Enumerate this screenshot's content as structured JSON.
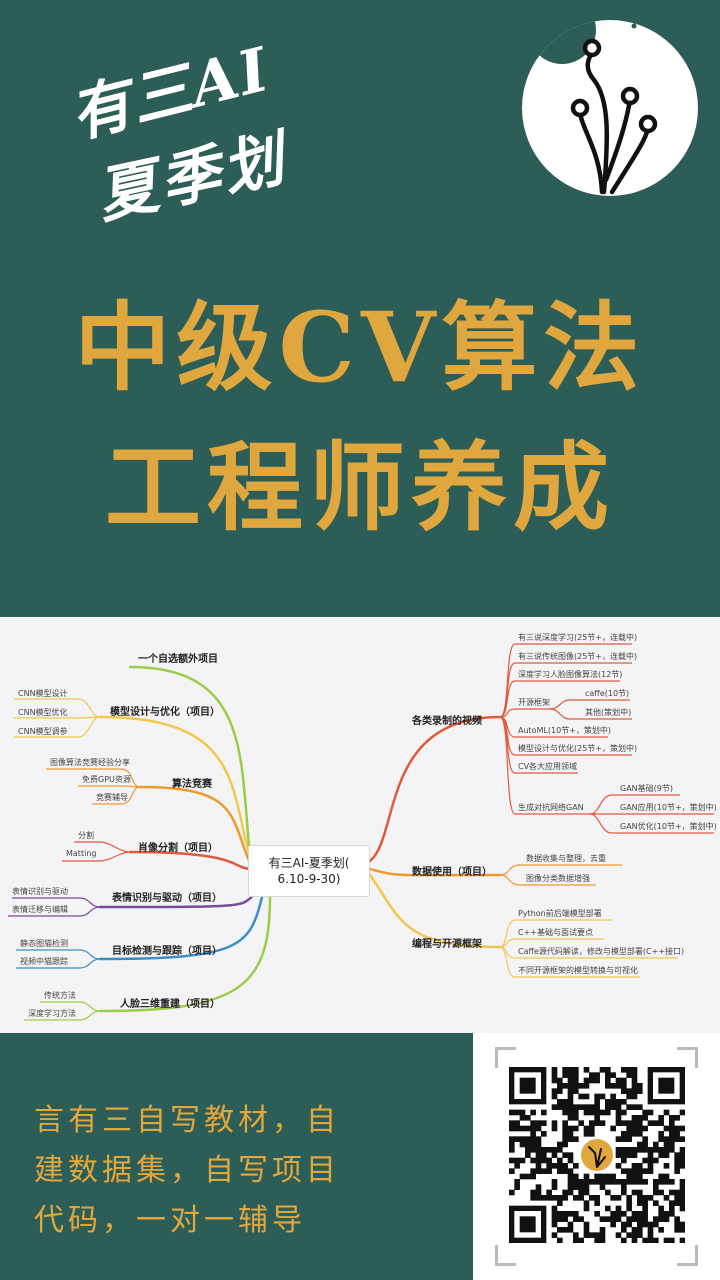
{
  "header": {
    "brand_line1": "有三AI",
    "brand_line2": "夏季划",
    "headline_line1": "中级CV算法",
    "headline_line2": "工程师养成"
  },
  "mindmap": {
    "center_line1": "有三AI-夏季划(",
    "center_line2": "6.10-9-30)",
    "right_branches": [
      {
        "label": "各类录制的视频",
        "color": "#e05a3c",
        "items": [
          "有三说深度学习(25节+，连载中)",
          "有三说传统图像(25节+，连载中)",
          "深度学习人脸图像算法(12节)",
          "开源框架",
          "caffe(10节)",
          "其他(策划中)",
          "AutoML(10节+，策划中)",
          "模型设计与优化(25节+，策划中)",
          "CV各大应用领域",
          "生成对抗网络GAN",
          "GAN基础(9节)",
          "GAN应用(10节+，策划中)",
          "GAN优化(10节+，策划中)"
        ]
      },
      {
        "label": "数据使用（项目）",
        "color": "#ee9a2b",
        "items": [
          "数据收集与整理，去重",
          "图像分类数据增强"
        ]
      },
      {
        "label": "编程与开源框架",
        "color": "#f2c84b",
        "items": [
          "Python前后端模型部署",
          "C++基础与面试要点",
          "Caffe源代码解读，修改与模型部署(C++接口)",
          "不同开源框架的模型转换与可视化"
        ]
      }
    ],
    "left_branches": [
      {
        "label": "一个自选额外项目",
        "color": "#9ccc4a",
        "items": []
      },
      {
        "label": "模型设计与优化（项目）",
        "color": "#f2c84b",
        "items": [
          "CNN模型设计",
          "CNN模型优化",
          "CNN模型调参"
        ]
      },
      {
        "label": "算法竞赛",
        "color": "#ee9a2b",
        "items": [
          "图像算法竞赛经验分享",
          "免费GPU资源",
          "竞赛辅导"
        ]
      },
      {
        "label": "肖像分割（项目）",
        "color": "#e05a3c",
        "items": [
          "分割",
          "Matting"
        ]
      },
      {
        "label": "表情识别与驱动（项目）",
        "color": "#7a4a9c",
        "items": [
          "表情识别与驱动",
          "表情迁移与编辑"
        ]
      },
      {
        "label": "目标检测与跟踪（项目）",
        "color": "#3b8fc6",
        "items": [
          "静态图猫检测",
          "视频中猫跟踪"
        ]
      },
      {
        "label": "人脸三维重建（项目）",
        "color": "#9ccc4a",
        "items": [
          "传统方法",
          "深度学习方法"
        ]
      }
    ]
  },
  "footer": {
    "slogan_line1": "言有三自写教材，自",
    "slogan_line2": "建数据集，自写项目",
    "slogan_line3": "代码，一对一辅导"
  },
  "colors": {
    "background": "#2c5d57",
    "accent": "#e0a73f"
  }
}
